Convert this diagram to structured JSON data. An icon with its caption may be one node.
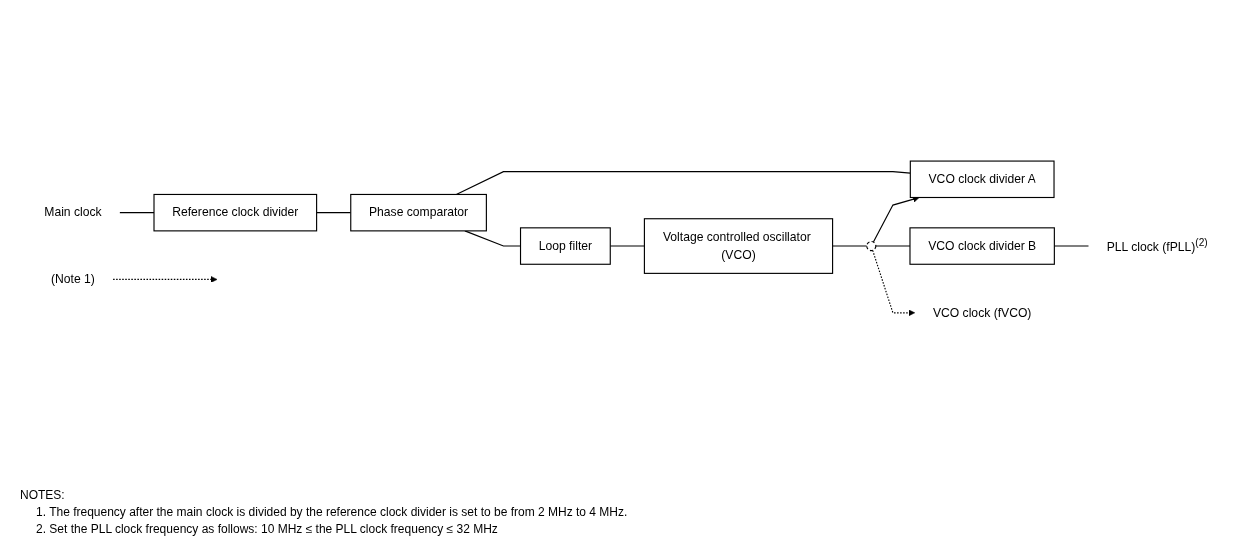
{
  "diagram": {
    "nodes": [
      {
        "text": [
          "Main clock"
        ]
      },
      {
        "text": [
          "VCO clock divider A"
        ]
      },
      {
        "text": [
          "Reference clock divider"
        ]
      },
      {
        "text": [
          "Phase comparator"
        ]
      },
      {
        "text": [
          "Loop filter"
        ]
      },
      {
        "text": [
          "Voltage controlled oscillator (VCO)"
        ]
      },
      {
        "text": [],
        "shape": "circle"
      },
      {
        "text": [
          "VCO clock divider B"
        ]
      },
      {
        "text": [
          "PLL clock (fPLL)"
        ],
        "beside": [
          "(2)"
        ]
      },
      {
        "text": [
          "VCO clock (fVCO)"
        ]
      },
      {
        "text": [
          "(Note 1)"
        ]
      }
    ],
    "edges": [
      {
        "from": 0,
        "to": 2,
        "arrow": "none"
      },
      {
        "from": 1,
        "to": 3,
        "arrow": "none"
      },
      {
        "from": 2,
        "to": 3,
        "arrow": "none"
      },
      {
        "from": 3,
        "to": 4,
        "arrow": "none"
      },
      {
        "from": 4,
        "to": 5,
        "arrow": "none"
      },
      {
        "from": 5,
        "to": 6,
        "arrow": "none"
      },
      {
        "from": 6,
        "to": 7,
        "arrow": "none"
      },
      {
        "from": 7,
        "to": 8,
        "arrow": "none"
      },
      {
        "from": 6,
        "to": 1,
        "arrow": "to"
      },
      {
        "from": 6,
        "to": 9,
        "arrow": "to",
        "style": "dashed"
      },
      {
        "from": 10,
        "to": null,
        "arrow": "to",
        "style": "dashed"
      }
    ],
    "labels": [
      "NOTES:",
      "1. The frequency after the main clock is divided by the reference clock divider is set to be from 2 MHz to 4 MHz.",
      "2. Set the PLL clock frequency as follows: 10 MHz ≤ the PLL clock frequency ≤ 32 MHz"
    ]
  }
}
